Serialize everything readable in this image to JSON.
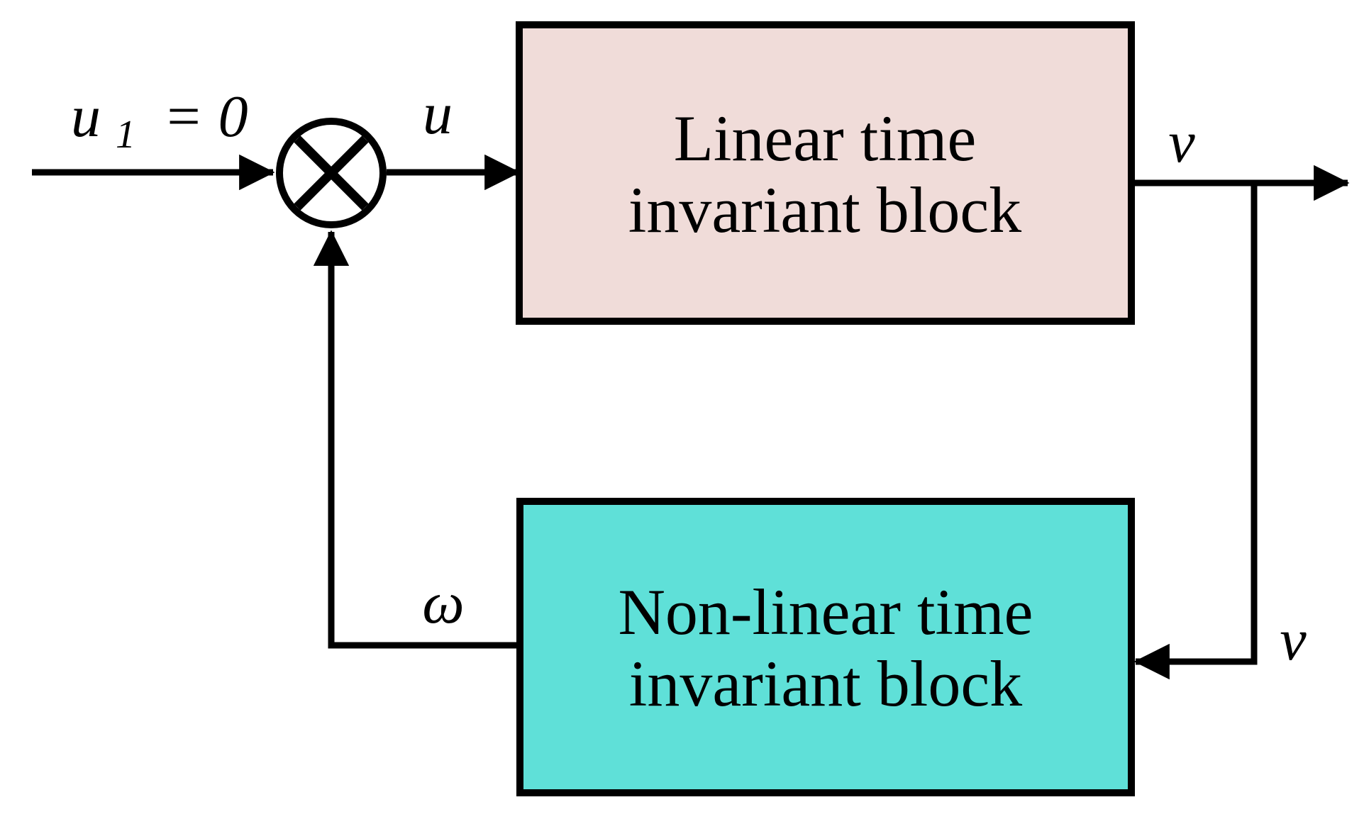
{
  "diagram": {
    "type": "block-diagram",
    "description": "Feedback interconnection of a linear time invariant block and a non-linear time invariant block",
    "labels": {
      "input": {
        "base": "u",
        "sub": "1",
        "rest": "= 0"
      },
      "u": "u",
      "nu_top": "ν",
      "nu_bottom": "ν",
      "omega": "ω"
    },
    "blocks": {
      "linear": {
        "line1": "Linear time",
        "line2": "invariant block",
        "fill": "#f0dcd9"
      },
      "nonlinear": {
        "line1": "Non-linear time",
        "line2": "invariant block",
        "fill": "#5fe0d8"
      }
    },
    "summing_junction": {
      "symbol": "circle-with-x"
    },
    "colors": {
      "line": "#000000",
      "border": "#000000",
      "background": "#ffffff",
      "linear_block_fill": "#f0dcd9",
      "nonlinear_block_fill": "#5fe0d8"
    }
  }
}
